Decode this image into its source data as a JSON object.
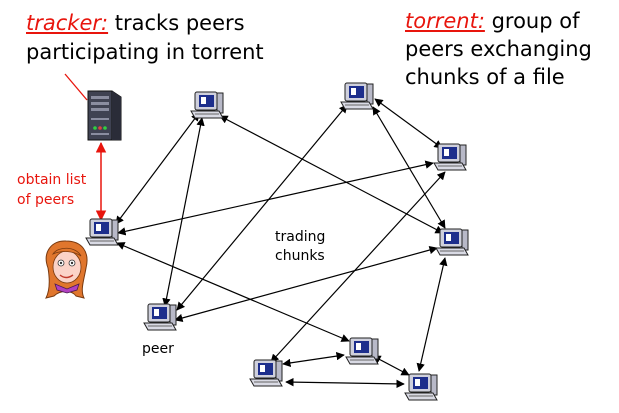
{
  "tracker_caption": {
    "term": "tracker:",
    "line1_rest": "tracks peers",
    "line2": "participating in torrent"
  },
  "torrent_caption": {
    "term": "torrent:",
    "line1_rest": "group of",
    "line2": "peers exchanging",
    "line3": "chunks of a file"
  },
  "obtain_label": {
    "line1": "obtain list",
    "line2": "of peers"
  },
  "trading_label": {
    "line1": "trading",
    "line2": "chunks"
  },
  "peer_label": "peer",
  "colors": {
    "accent_red": "#e8150d",
    "line": "#000000",
    "monitor_body": "#cfd0dc",
    "screen": "#1d2e8c"
  },
  "icons": [
    "server-tower-icon",
    "computer-peer-icon",
    "person-avatar-icon"
  ]
}
